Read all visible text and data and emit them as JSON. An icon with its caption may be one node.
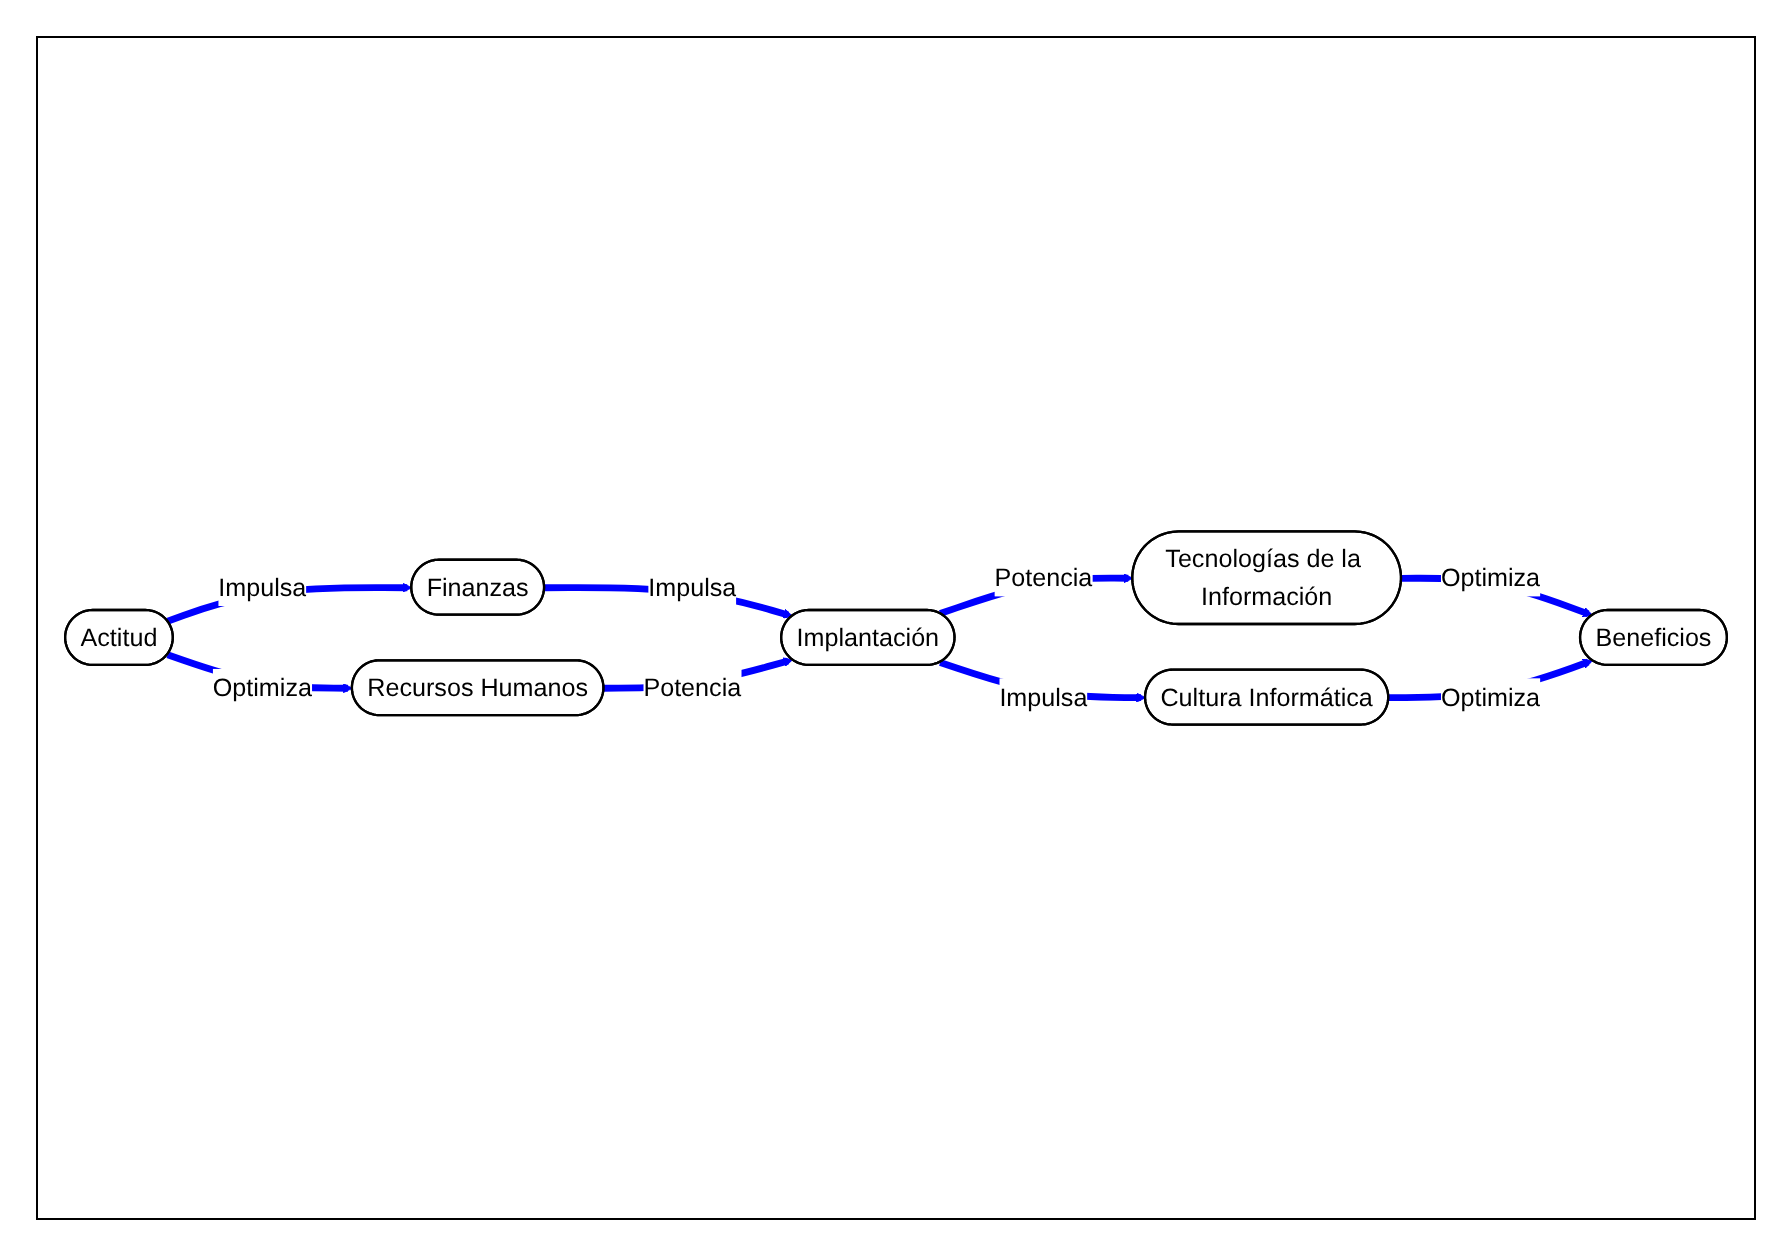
{
  "diagram": {
    "nodes": [
      {
        "text": [
          "Finanzas"
        ]
      },
      {
        "text": [
          "Tecnologías de la Información"
        ]
      },
      {
        "text": [
          "Actitud"
        ]
      },
      {
        "text": [
          "Implantación"
        ]
      },
      {
        "text": [
          "Beneficios"
        ]
      },
      {
        "text": [
          "Recursos Humanos"
        ]
      },
      {
        "text": [
          "Cultura Informática"
        ]
      }
    ],
    "edges": [
      {
        "from": 2,
        "to": 0,
        "arrow": "to",
        "label": "Impulsa"
      },
      {
        "from": 0,
        "to": 3,
        "arrow": "to",
        "label": "Impulsa"
      },
      {
        "from": 3,
        "to": 1,
        "arrow": "to",
        "label": "Potencia"
      },
      {
        "from": 1,
        "to": 4,
        "arrow": "to",
        "label": "Optimiza"
      },
      {
        "from": 2,
        "to": 5,
        "arrow": "to",
        "label": "Optimiza"
      },
      {
        "from": 5,
        "to": 3,
        "arrow": "to",
        "label": "Potencia"
      },
      {
        "from": 3,
        "to": 6,
        "arrow": "to",
        "label": "Impulsa"
      },
      {
        "from": 6,
        "to": 4,
        "arrow": "to",
        "label": "Optimiza"
      }
    ]
  }
}
